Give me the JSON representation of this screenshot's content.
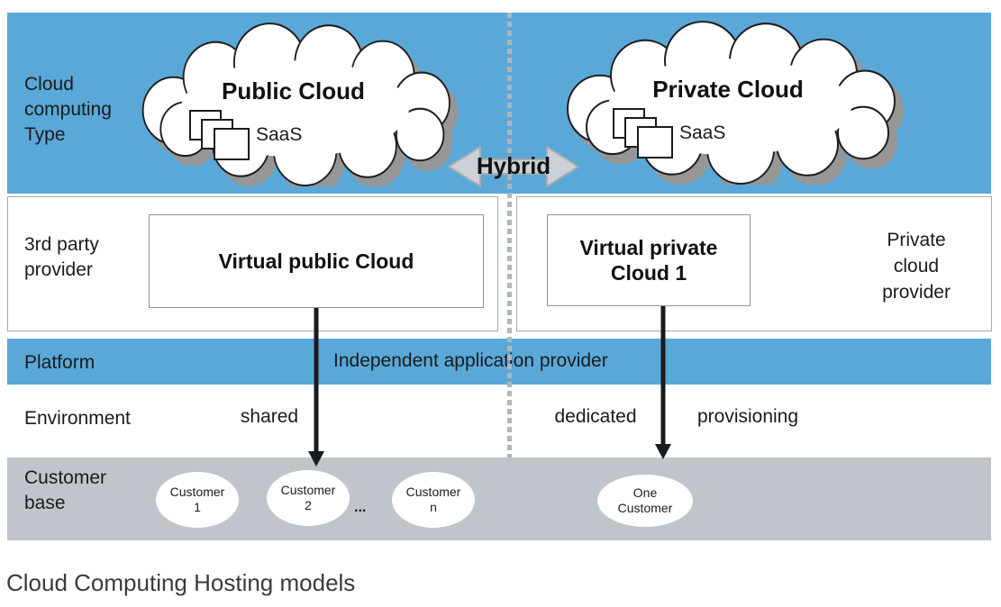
{
  "caption": "Cloud Computing Hosting models",
  "colors": {
    "band_blue": "#5AA8D8",
    "band_gray": "#BFC5CB",
    "cloud_shadow": "#969696",
    "hybrid_fill": "#CBD1D6",
    "hybrid_stroke": "#A6ACB1",
    "dotted_line": "#AFB6BC",
    "arrow_black": "#1b1b1b"
  },
  "row_labels": {
    "type": "Cloud computing Type",
    "third_party": "3rd party provider",
    "platform": "Platform",
    "environment": "Environment",
    "customer_base": "Customer base"
  },
  "clouds": {
    "public": {
      "title": "Public Cloud",
      "service": "SaaS"
    },
    "private": {
      "title": "Private Cloud",
      "service": "SaaS"
    }
  },
  "hybrid": {
    "label": "Hybrid"
  },
  "providers": {
    "virtual_public": "Virtual public Cloud",
    "virtual_private": "Virtual private Cloud 1",
    "private_cloud_provider": [
      "Private",
      "cloud",
      "provider"
    ]
  },
  "platform": {
    "text": "Independent application provider"
  },
  "environment": {
    "left": "shared",
    "middle": "dedicated",
    "right": "provisioning"
  },
  "customer_base": {
    "customers": [
      {
        "label": "Customer 1"
      },
      {
        "label": "Customer 2"
      },
      {
        "label": "Customer n"
      },
      {
        "label": "One Customer"
      }
    ],
    "ellipsis": "..."
  }
}
